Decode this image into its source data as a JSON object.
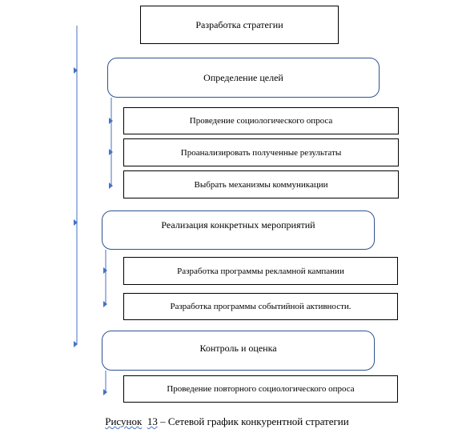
{
  "diagram": {
    "root": "Разработка стратегии",
    "stages": [
      {
        "label": "Определение целей",
        "tasks": [
          "Проведение социологического опроса",
          "Проанализировать полученные результаты",
          "Выбрать механизмы коммуникации"
        ]
      },
      {
        "label": "Реализация конкретных мероприятий",
        "tasks": [
          "Разработка программы рекламной кампании",
          "Разработка программы событийной активности."
        ]
      },
      {
        "label": "Контроль и оценка",
        "tasks": [
          "Проведение повторного социологического опроса"
        ]
      }
    ],
    "connector_color": "#4472c4",
    "stage_border_color": "#2f528f"
  },
  "caption": {
    "fig_word": "Рисунок",
    "fig_number": "13",
    "title": "– Сетевой график конкурентной стратегии"
  }
}
